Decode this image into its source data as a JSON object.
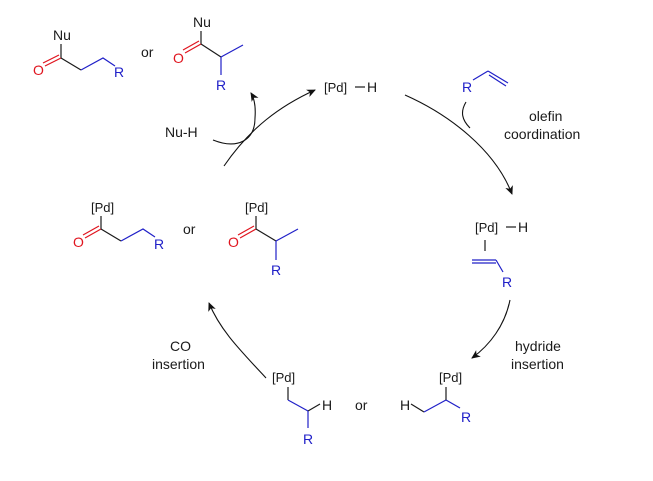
{
  "diagram": {
    "title": "Pd-H catalysed hydroxycarbonylation cycle",
    "colors": {
      "carbonyl": "#e0141e",
      "alkyl": "#2020c8",
      "ink": "#1a1a1a"
    },
    "catalyst": {
      "metal": "[Pd]",
      "bond": "—",
      "hydride": "H"
    },
    "products": {
      "nucleophile": "Nu",
      "oxygen": "O",
      "substituent": "R",
      "or": "or"
    },
    "reagent": "Nu-H",
    "olefin": {
      "substituent": "R"
    },
    "pi_complex": {
      "metal": "[Pd]",
      "hydride": "H",
      "substituent": "R"
    },
    "alkyl_pd": {
      "metal": "[Pd]",
      "hydride": "H",
      "substituent": "R",
      "or": "or"
    },
    "acyl_pd": {
      "metal": "[Pd]",
      "oxygen": "O",
      "substituent": "R",
      "or": "or"
    },
    "steps": [
      {
        "line1": "olefin",
        "line2": "coordination"
      },
      {
        "line1": "hydride",
        "line2": "insertion"
      },
      {
        "line1": "CO",
        "line2": "insertion"
      }
    ]
  }
}
